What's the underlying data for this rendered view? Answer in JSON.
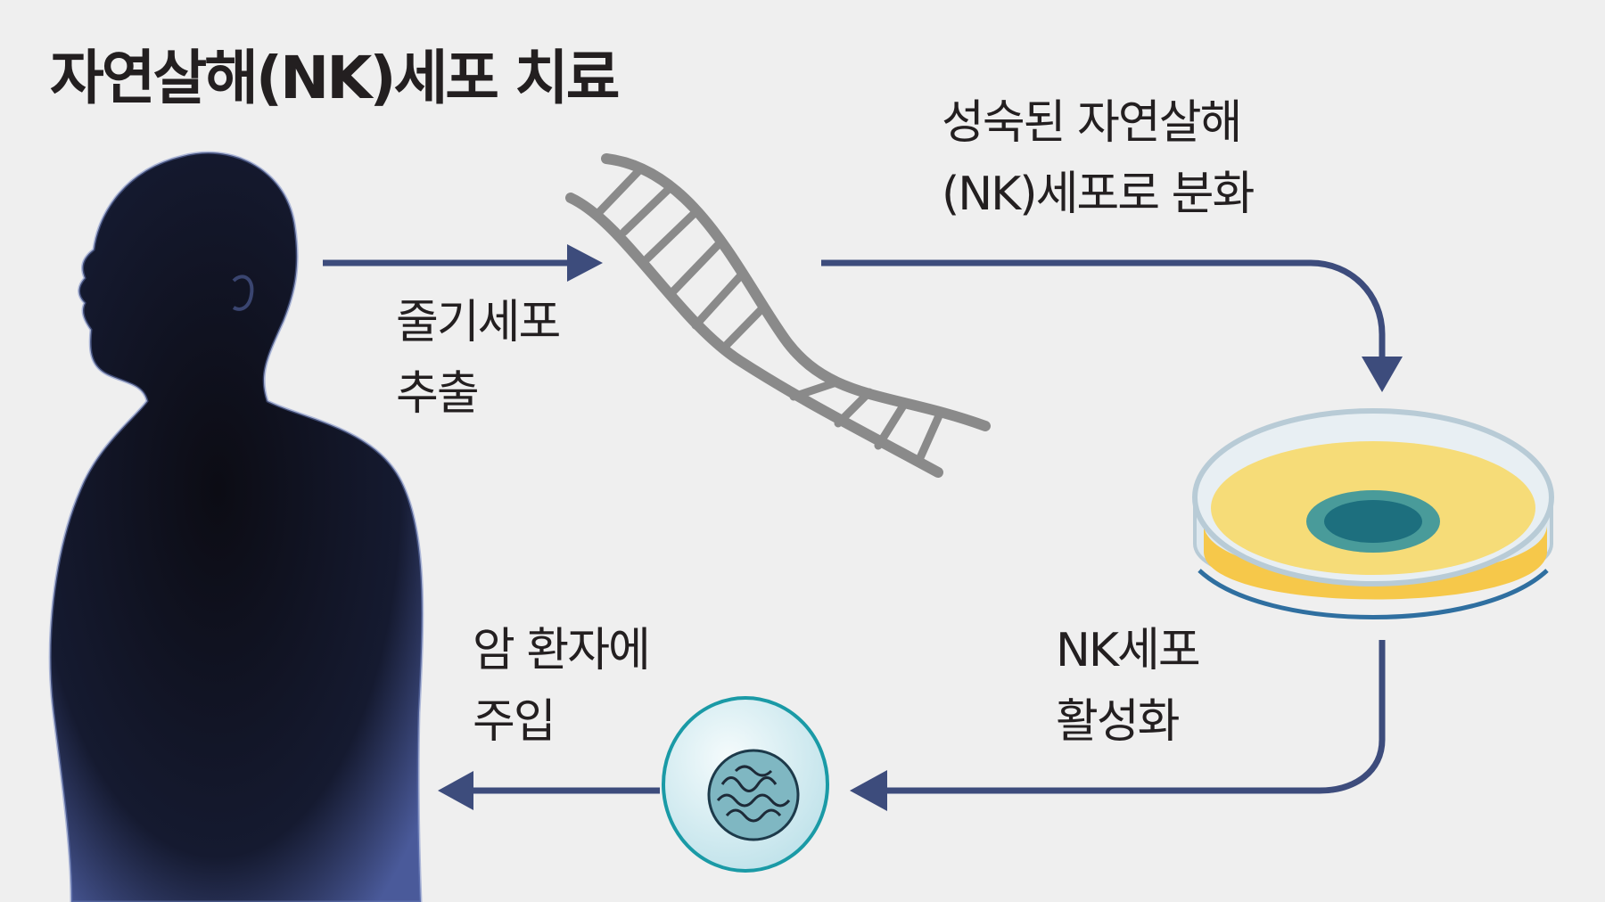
{
  "title": "자연살해(NK)세포 치료",
  "steps": {
    "extract": {
      "line1": "줄기세포",
      "line2": "추출"
    },
    "differentiate": {
      "line1": "성숙된 자연살해",
      "line2": "(NK)세포로 분화"
    },
    "activate": {
      "line1": "NK세포",
      "line2": "활성화"
    },
    "inject": {
      "line1": "암 환자에",
      "line2": "주입"
    }
  },
  "colors": {
    "arrow": "#3d4c7c",
    "background": "#efefef",
    "dna": "#8a8a8a",
    "cell_ring": "#1a9aa6",
    "dish_medium": "#f6dc78"
  }
}
